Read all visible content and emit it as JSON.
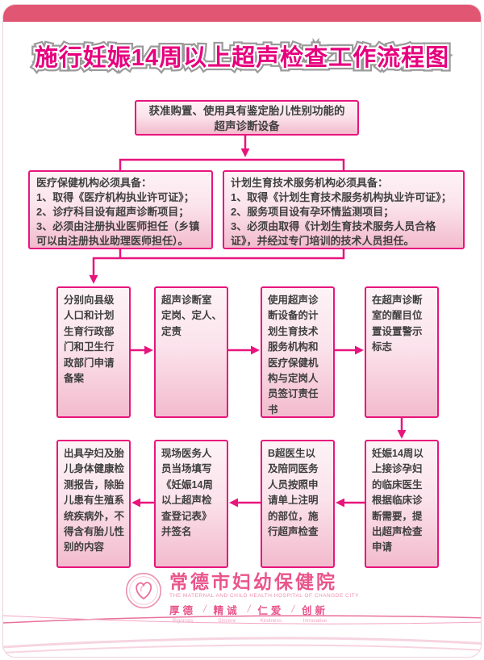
{
  "title": "施行妊娠14周以上超声检查工作流程图",
  "flow": {
    "step1": "获准购置、使用具有鉴定胎儿性别功能的\n超声诊断设备",
    "medical_org": "医疗保健机构必须具备：\n1、取得《医疗机构执业许可证》；\n2、诊疗科目设有超声诊断项目；\n3、必须由注册执业医师担任（乡镇\n可以由注册执业助理医师担任）。",
    "family_planning_org": "计划生育技术服务机构必须具备：\n1、取得《计划生育技术服务机构执业许可证》；\n2、服务项目设有孕环情监测项目；\n3、必须由取得《计划生育技术服务人员合格\n证》，并经过专门培训的技术人员担任。",
    "row3": [
      "分别向县级\n人口和计划\n生育行政部\n门和卫生行\n政部门申请\n备案",
      "超声诊断室\n定岗、定人、\n定责",
      "使用超声诊\n断设备的计\n划生育技术\n服务机构和\n医疗保健机\n构与定岗人\n员签订责任\n书",
      "在超声诊断\n室的醒目位\n置设置警示\n标志"
    ],
    "row4": [
      "出具孕妇及胎\n儿身体健康检\n测报告，除胎\n儿患有生殖系\n统疾病外，不\n得含有胎儿性\n别的内容",
      "现场医务人\n员当场填写\n《妊娠14周\n以上超声检\n查登记表》\n并签名",
      "B超医生以\n及陪同医务\n人员按照申\n请单上注明\n的部位，施\n行超声检查",
      "妊娠14周以\n上接诊孕妇\n的临床医生\n根据临床诊\n断需要，提\n出超声检查\n申请"
    ]
  },
  "footer": {
    "hospital_name": "常德市妇幼保健院",
    "hospital_name_en": "THE MATERNAL AND CHILD HEALTH HOSPITAL OF CHANGDE CITY",
    "separator": "/",
    "mottos": [
      {
        "cn": "厚德",
        "en": "Rigorous"
      },
      {
        "cn": "精诚",
        "en": "Sincere"
      },
      {
        "cn": "仁爱",
        "en": "Kindness"
      },
      {
        "cn": "创新",
        "en": "Innovative"
      }
    ]
  },
  "colors": {
    "accent": "#e8157d",
    "header_band": "#e15672",
    "title_fill": "#e6007e",
    "footer_pink": "#e9558b"
  }
}
